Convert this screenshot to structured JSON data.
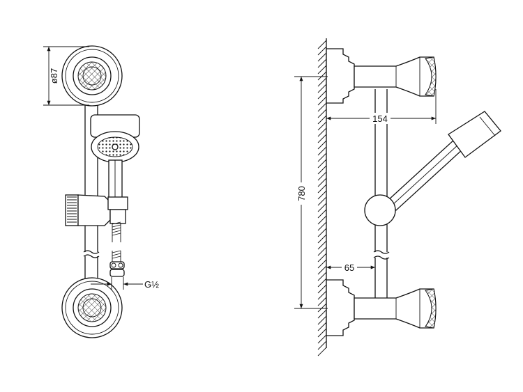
{
  "dimensions": {
    "rose_diameter": "ø87",
    "thread": "G½",
    "bar_projection": "154",
    "bar_length": "780",
    "bar_offset": "65"
  },
  "colors": {
    "line": "#111111",
    "background": "#ffffff"
  }
}
